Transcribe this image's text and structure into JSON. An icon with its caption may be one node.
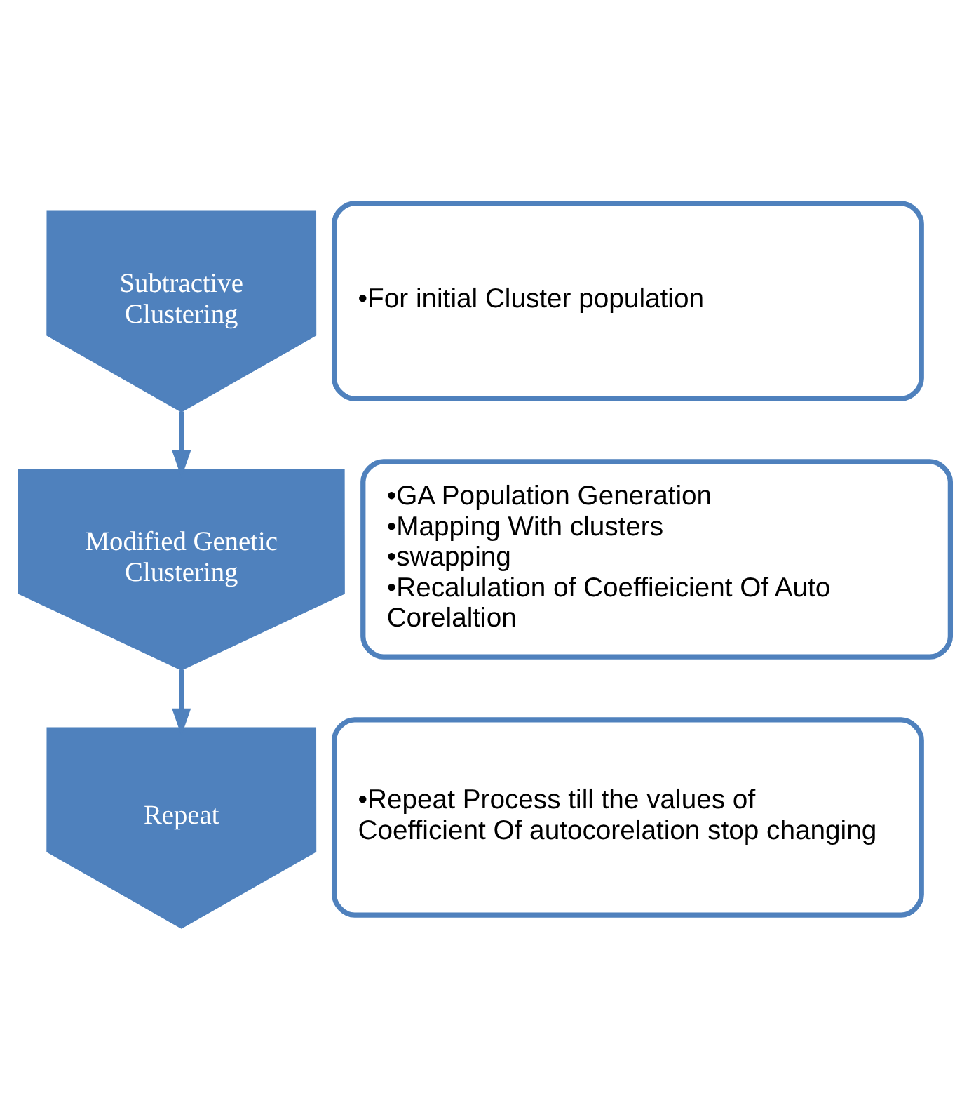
{
  "diagram": {
    "nodes": [
      {
        "text": [
          "Subtractive Clustering"
        ]
      },
      {
        "text": [
          "•For initial Cluster population"
        ]
      },
      {
        "text": [
          "Modified Genetic Clustering"
        ]
      },
      {
        "text": [
          "•GA Population Generation",
          "•Mapping With clusters",
          "•swapping",
          "•Recalulation of Coeffieicient Of Auto Corelaltion"
        ]
      },
      {
        "text": [
          "Repeat"
        ]
      },
      {
        "text": [
          "•Repeat Process till the values of Coefficient Of autocorelation stop changing"
        ]
      }
    ],
    "edges": [
      {
        "from": 0,
        "to": 2,
        "arrow": "to"
      },
      {
        "from": 2,
        "to": 4,
        "arrow": "to"
      }
    ]
  }
}
